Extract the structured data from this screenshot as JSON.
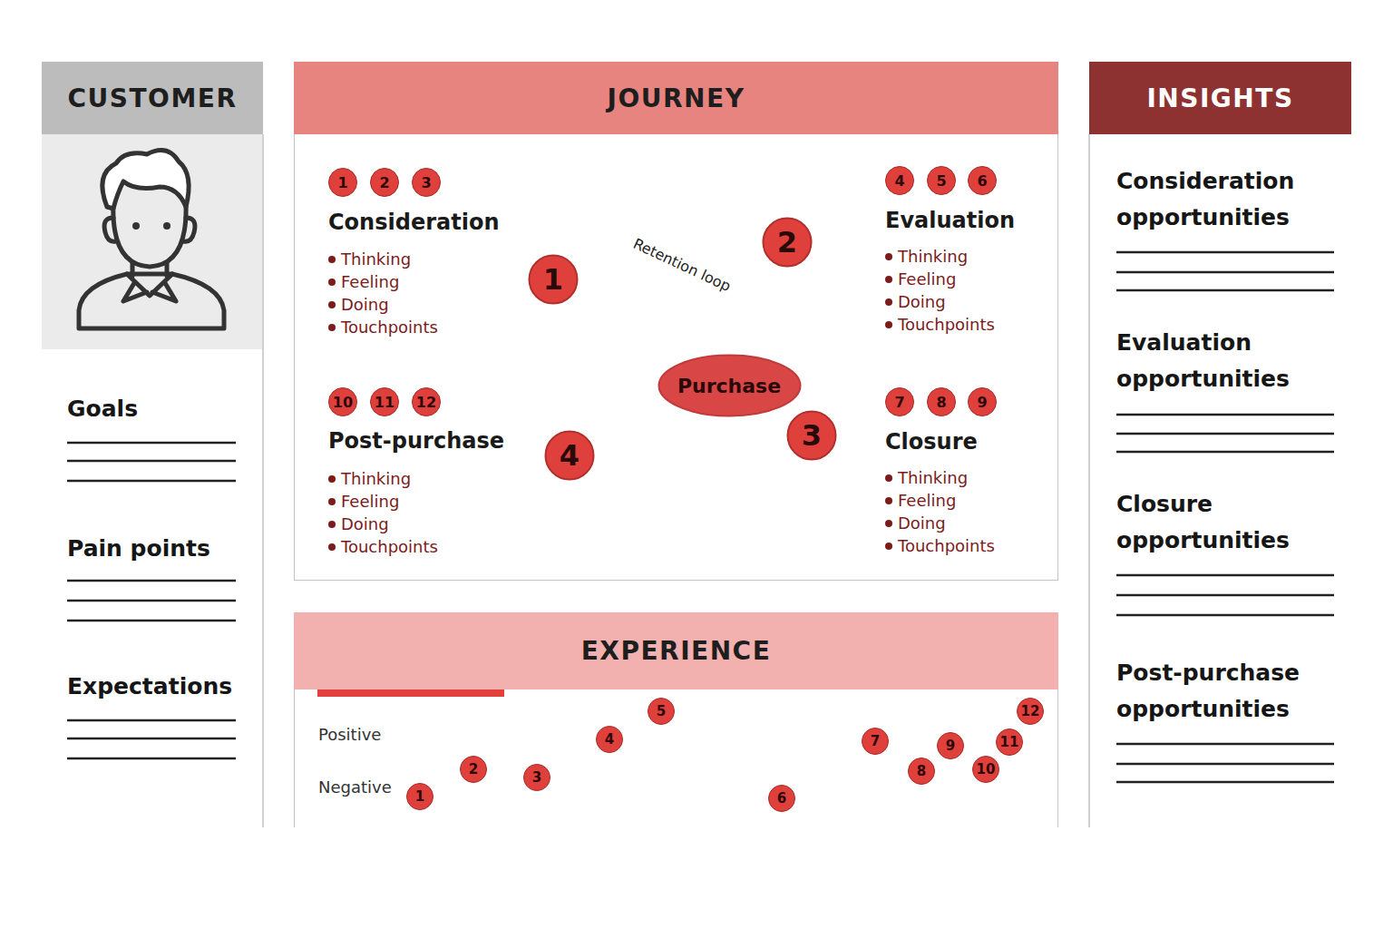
{
  "diagram": {
    "nodes": [
      {
        "text": [
          "CUSTOMER",
          "Goals",
          "Pain points",
          "Expectations"
        ]
      },
      {
        "text": [
          "JOURNEY"
        ]
      },
      {
        "text": [
          "1"
        ],
        "in": 1
      },
      {
        "text": [
          "2"
        ],
        "in": 1
      },
      {
        "text": [
          "3"
        ],
        "in": 1
      },
      {
        "text": [
          "4"
        ],
        "in": 1
      },
      {
        "text": [
          "Purchase"
        ],
        "in": 1
      },
      {
        "text": [
          "EXPERIENCE"
        ]
      },
      {
        "text": [
          "Touchpoints"
        ],
        "in": 7
      },
      {
        "text": [
          "INSIGHTS",
          "Consideration opportunities",
          "Evaluation opportunities",
          "Closure opportunities",
          "Post-purchase opportunities"
        ]
      }
    ],
    "edges": [
      {
        "from": 2,
        "to": 6,
        "label": "Retention loop",
        "arrow": "none"
      },
      {
        "from": 5,
        "to": 2,
        "arrow": "none"
      }
    ],
    "labels": [
      "1",
      "2",
      "3",
      "Consideration",
      "Thinking",
      "Feeling",
      "Doing",
      "Touchpoints",
      "4",
      "5",
      "6",
      "Evaluation",
      "Thinking",
      "Feeling",
      "Doing",
      "Touchpoints",
      "10",
      "11",
      "12",
      "Post-purchase",
      "Thinking",
      "Feeling",
      "Doing",
      "Touchpoints",
      "7",
      "8",
      "9",
      "Closure",
      "Thinking",
      "Feeling",
      "Doing",
      "Touchpoints",
      "Positive",
      "Negative",
      "1",
      "2",
      "3",
      "4",
      "5",
      "6",
      "7",
      "8",
      "9",
      "10",
      "11",
      "12"
    ]
  }
}
